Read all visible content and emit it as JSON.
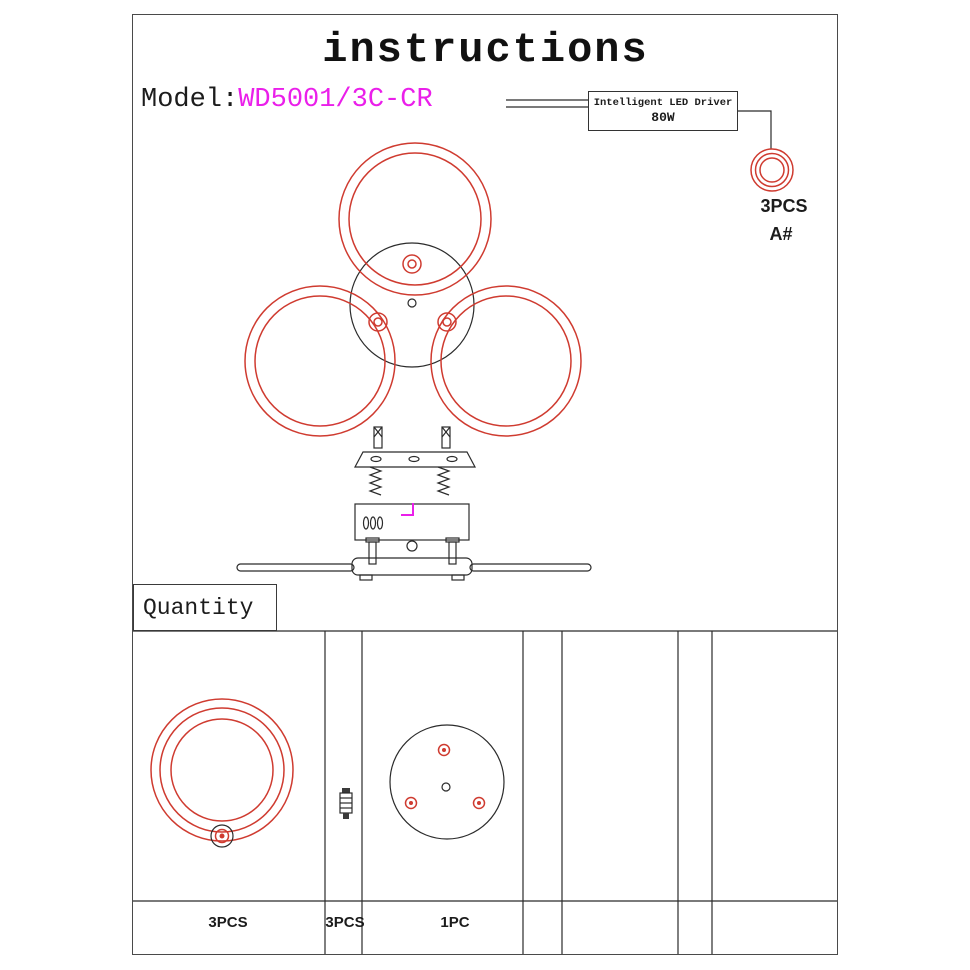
{
  "page": {
    "title": "instructions",
    "model": {
      "label": "Model:",
      "value": "WD5001/3C-CR"
    }
  },
  "driver": {
    "title": "Intelligent LED Driver",
    "wattage": "80W",
    "ring_qty": "3PCS",
    "ring_code": "A#"
  },
  "quantity_section": {
    "header": "Quantity",
    "items": [
      {
        "name": "light-ring",
        "qty": "3PCS"
      },
      {
        "name": "screw-post",
        "qty": "3PCS"
      },
      {
        "name": "ceiling-canopy",
        "qty": "1PC"
      }
    ]
  },
  "colors": {
    "line": "#2b2b2b",
    "ring_red": "#cf3b30",
    "magenta": "#ea1fea"
  }
}
